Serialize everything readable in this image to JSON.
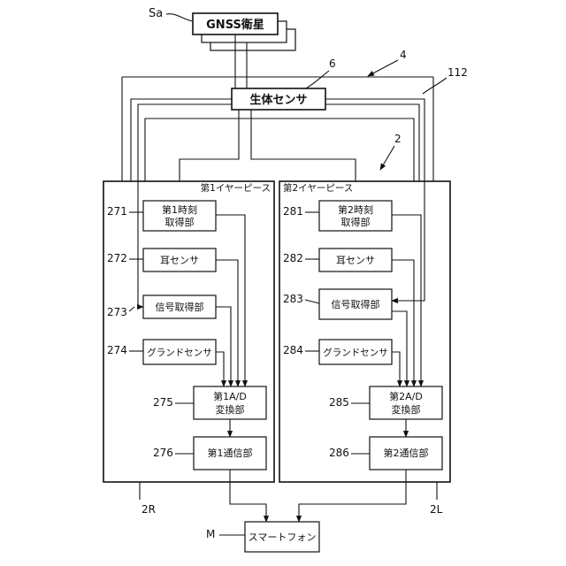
{
  "satellite": {
    "label": "GNSS衛星",
    "ref": "Sa"
  },
  "biosensor": {
    "label": "生体センサ",
    "ref": "6"
  },
  "refs": {
    "housing": "4",
    "cable": "112",
    "device": "2",
    "right_piece": "2R",
    "left_piece": "2L"
  },
  "left_piece": {
    "title": "第1イヤーピース",
    "blocks": [
      {
        "ref": "271",
        "line1": "第1時刻",
        "line2": "取得部"
      },
      {
        "ref": "272",
        "line1": "耳センサ",
        "line2": ""
      },
      {
        "ref": "273",
        "line1": "信号取得部",
        "line2": ""
      },
      {
        "ref": "274",
        "line1": "グランドセンサ",
        "line2": ""
      },
      {
        "ref": "275",
        "line1": "第1A/D",
        "line2": "変換部"
      },
      {
        "ref": "276",
        "line1": "第1通信部",
        "line2": ""
      }
    ]
  },
  "right_piece": {
    "title": "第2イヤーピース",
    "blocks": [
      {
        "ref": "281",
        "line1": "第2時刻",
        "line2": "取得部"
      },
      {
        "ref": "282",
        "line1": "耳センサ",
        "line2": ""
      },
      {
        "ref": "283",
        "line1": "信号取得部",
        "line2": ""
      },
      {
        "ref": "284",
        "line1": "グランドセンサ",
        "line2": ""
      },
      {
        "ref": "285",
        "line1": "第2A/D",
        "line2": "変換部"
      },
      {
        "ref": "286",
        "line1": "第2通信部",
        "line2": ""
      }
    ]
  },
  "smartphone": {
    "label": "スマートフォン",
    "ref": "M"
  }
}
